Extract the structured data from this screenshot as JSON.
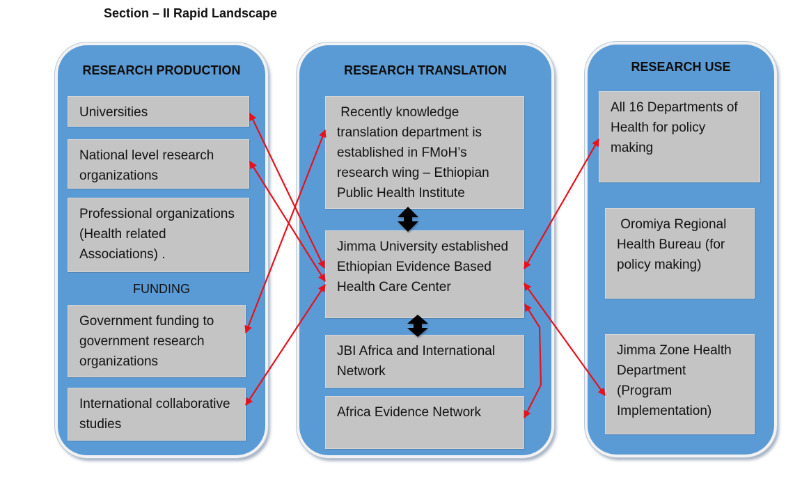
{
  "page": {
    "title": "Section – II Rapid Landscape"
  },
  "columns": {
    "production": {
      "title": "RESEARCH PRODUCTION",
      "items": [
        "Universities",
        "National level research organizations",
        "Professional organizations (Health related Associations) ."
      ],
      "funding_label": "FUNDING",
      "funding_items": [
        "Government funding to government research organizations",
        "International collaborative studies"
      ]
    },
    "translation": {
      "title": "RESEARCH TRANSLATION",
      "items": [
        " Recently knowledge translation department is established in FMoH’s research wing – Ethiopian Public Health Institute",
        "Jimma University established Ethiopian Evidence Based Health Care Center",
        "JBI Africa and International Network",
        "Africa Evidence Network"
      ]
    },
    "use": {
      "title": "RESEARCH USE",
      "items": [
        "All 16 Departments of Health for policy making",
        " Oromiya Regional Health Bureau (for policy making)",
        "Jimma Zone Health Department (Program Implementation)"
      ]
    }
  },
  "connections": [
    {
      "from": "Universities",
      "to": "Jimma University established Ethiopian Evidence Based Health Care Center",
      "type": "double-arrow"
    },
    {
      "from": "National level research organizations",
      "to": "Jimma University established Ethiopian Evidence Based Health Care Center",
      "type": "double-arrow"
    },
    {
      "from": "Government funding to government research organizations",
      "to": "Recently knowledge translation department",
      "type": "double-arrow"
    },
    {
      "from": "International collaborative studies",
      "to": "Jimma University established Ethiopian Evidence Based Health Care Center",
      "type": "double-arrow"
    },
    {
      "from": "Jimma University established Ethiopian Evidence Based Health Care Center",
      "to": "All 16 Departments of Health for policy making",
      "type": "double-arrow"
    },
    {
      "from": "Jimma University established Ethiopian Evidence Based Health Care Center",
      "to": "Jimma Zone Health Department (Program Implementation)",
      "type": "double-arrow"
    },
    {
      "from": "Jimma University established Ethiopian Evidence Based Health Care Center",
      "to": "Africa Evidence Network",
      "type": "double-arrow"
    },
    {
      "from": "Recently knowledge translation department",
      "to": "Jimma University established Ethiopian Evidence Based Health Care Center",
      "type": "block-double-arrow"
    },
    {
      "from": "Jimma University established Ethiopian Evidence Based Health Care Center",
      "to": "JBI Africa and International Network",
      "type": "block-double-arrow"
    }
  ],
  "colors": {
    "panel": "#5b9bd5",
    "box": "#c4c4c4",
    "connector": "#e8101a",
    "block_arrow": "#000000"
  }
}
